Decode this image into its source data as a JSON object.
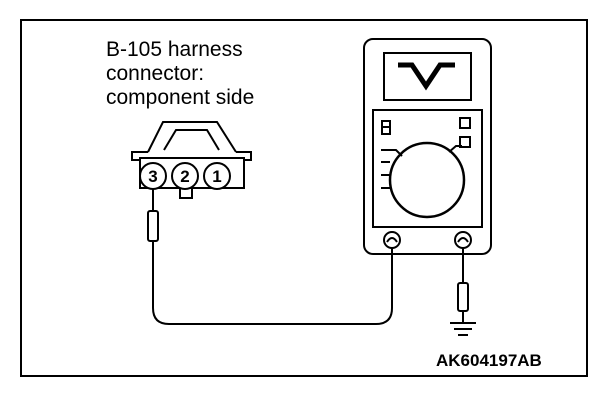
{
  "connector": {
    "label_line1": "B-105 harness",
    "label_line2": "connector:",
    "label_line3": "component side",
    "pins": [
      "3",
      "2",
      "1"
    ]
  },
  "meter": {
    "display_symbol": "V",
    "display_icon": "voltage-v-icon"
  },
  "ground_icon": "ground-symbol-icon",
  "reference_code": "AK604197AB"
}
